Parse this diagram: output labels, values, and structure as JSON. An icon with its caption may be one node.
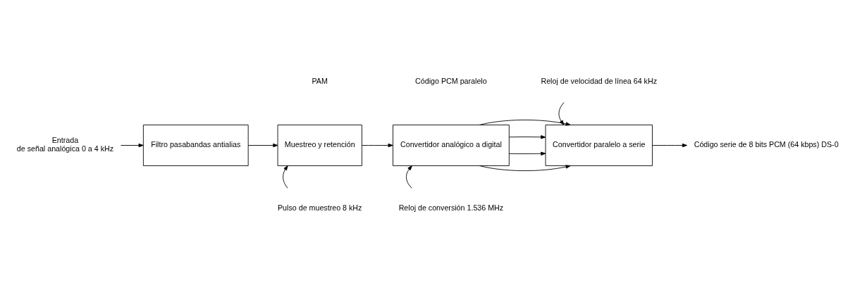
{
  "diagram": {
    "nodes": [
      {
        "text": [
          "Entrada",
          "de señal analógica 0 a 4 kHz"
        ]
      },
      {
        "text": [
          "Filtro pasabandas antialias"
        ]
      },
      {
        "text": [
          "Muestreo y retención"
        ]
      },
      {
        "text": [
          "Convertidor analógico a digital"
        ]
      },
      {
        "text": [
          "Convertidor paralelo a serie"
        ]
      },
      {
        "text": [
          "Código serie de 8 bits PCM (64 kbps) DS-0"
        ]
      },
      {
        "text": [
          "Pulso de muestreo 8 kHz"
        ]
      },
      {
        "text": [
          "Reloj de conversión 1.536 MHz"
        ]
      },
      {
        "text": [
          "Reloj de velocidad de línea 64 kHz"
        ]
      }
    ],
    "edges": [
      {
        "from": 0,
        "to": 1,
        "arrow": "to"
      },
      {
        "from": 1,
        "to": 2,
        "arrow": "to"
      },
      {
        "from": 2,
        "to": 3,
        "arrow": "to"
      },
      {
        "from": 3,
        "to": 4,
        "arrow": "to"
      },
      {
        "from": 3,
        "to": 4,
        "arrow": "to"
      },
      {
        "from": 3,
        "to": 4,
        "arrow": "to"
      },
      {
        "from": 3,
        "to": 4,
        "arrow": "to"
      },
      {
        "from": 4,
        "to": 5,
        "arrow": "to"
      },
      {
        "from": 6,
        "to": 2,
        "arrow": "to"
      },
      {
        "from": 7,
        "to": 3,
        "arrow": "to"
      },
      {
        "from": 8,
        "to": 4,
        "arrow": "to"
      }
    ],
    "labels": [
      "PAM",
      "Código PCM paralelo"
    ]
  }
}
